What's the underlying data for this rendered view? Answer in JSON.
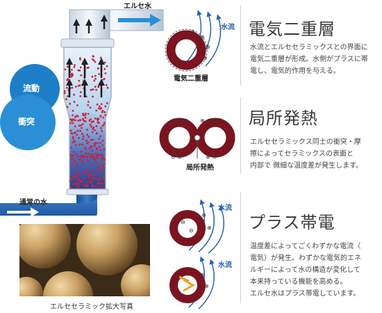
{
  "labels": {
    "outlet": "エルセ水",
    "inlet": "通常の水",
    "flow": "流動",
    "collision": "衝突",
    "photo_caption": "エルセセラミック拡大写真"
  },
  "sections": [
    {
      "title": "電気二重層",
      "caption": "電気二重層",
      "flow_label": "水流",
      "lines": [
        "水流とエルセセラミックスとの界面に",
        "電気二重層が形成。水側がプラスに帯",
        "電し、電気的作用を与える。"
      ]
    },
    {
      "title": "局所発熱",
      "caption": "局所発熱",
      "lines": [
        "エルセセラミックス同士の衝突・摩",
        "擦によってセラミックスの表面と",
        "内部で 微細な温度差が発生します。"
      ]
    },
    {
      "title": "プラス帯電",
      "flow_label_a": "水流",
      "flow_label_b": "水流",
      "lines": [
        "温度差によってごくわずかな電流（",
        "電気）が発生。わずかな電気的エネ",
        "ルギーによって水の構造が変化して",
        "本来持っている機能を高める。",
        "エルセ水はプラス帯電しています。"
      ]
    }
  ],
  "colors": {
    "pipe_blue": "#1f5fa8",
    "bubble_blue": "#1e7fc8",
    "ring_red": "#7a1420",
    "arrow_blue": "#2a62b0"
  }
}
